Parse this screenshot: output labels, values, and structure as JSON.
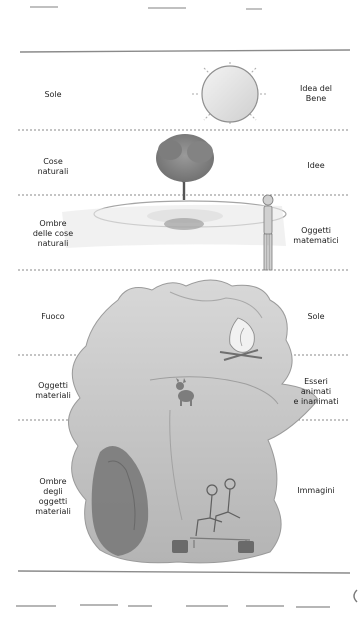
{
  "labels": {
    "left": {
      "sole": "Sole",
      "cose_naturali": "Cose\nnaturali",
      "ombre_cose_naturali": "Ombre\ndelle cose\nnaturali",
      "fuoco": "Fuoco",
      "oggetti_materiali": "Oggetti\nmateriali",
      "ombre_oggetti_materiali": "Ombre\ndegli\noggetti\nmateriali"
    },
    "right": {
      "idea_del_bene": "Idea del\nBene",
      "idee": "Idee",
      "oggetti_matematici": "Oggetti\nmatematici",
      "sole": "Sole",
      "esseri_animati": "Esseri\nanimati\ne inanimati",
      "immagini": "Immagini"
    }
  },
  "icons": [
    "sun-icon",
    "tree-icon",
    "pond-icon",
    "standing-figure-icon",
    "cave-icon",
    "fire-icon",
    "animal-figure-icon",
    "seated-prisoners-icon",
    "shadow-icon"
  ],
  "colors": {
    "ink": "#1e1e1e",
    "cave": "#c9c9c9",
    "cave_dark": "#8d8d8d",
    "divider": "#8a8a8a"
  }
}
